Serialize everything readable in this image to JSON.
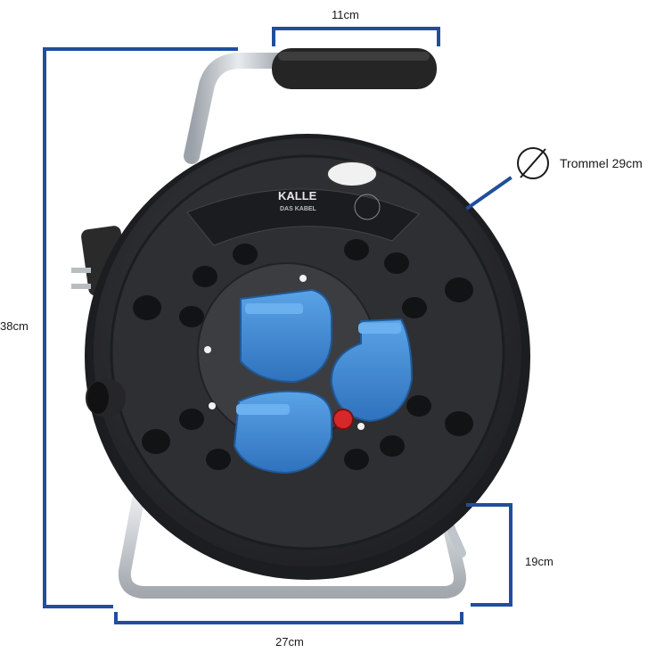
{
  "dimensions": {
    "handle_width": "11cm",
    "total_height": "38cm",
    "foot_height": "19cm",
    "base_width": "27cm",
    "drum_diameter": "Trommel 29cm"
  },
  "product": {
    "brand_top": "KALLE",
    "brand_bottom": "DAS KABEL"
  },
  "colors": {
    "dimension_line": "#1f4e9c",
    "drum_body": "#2b2c2f",
    "socket_blue": "#3a86d4",
    "frame_metal": "#c9ced3",
    "handle_grip": "#232323",
    "button_red": "#d62828"
  }
}
